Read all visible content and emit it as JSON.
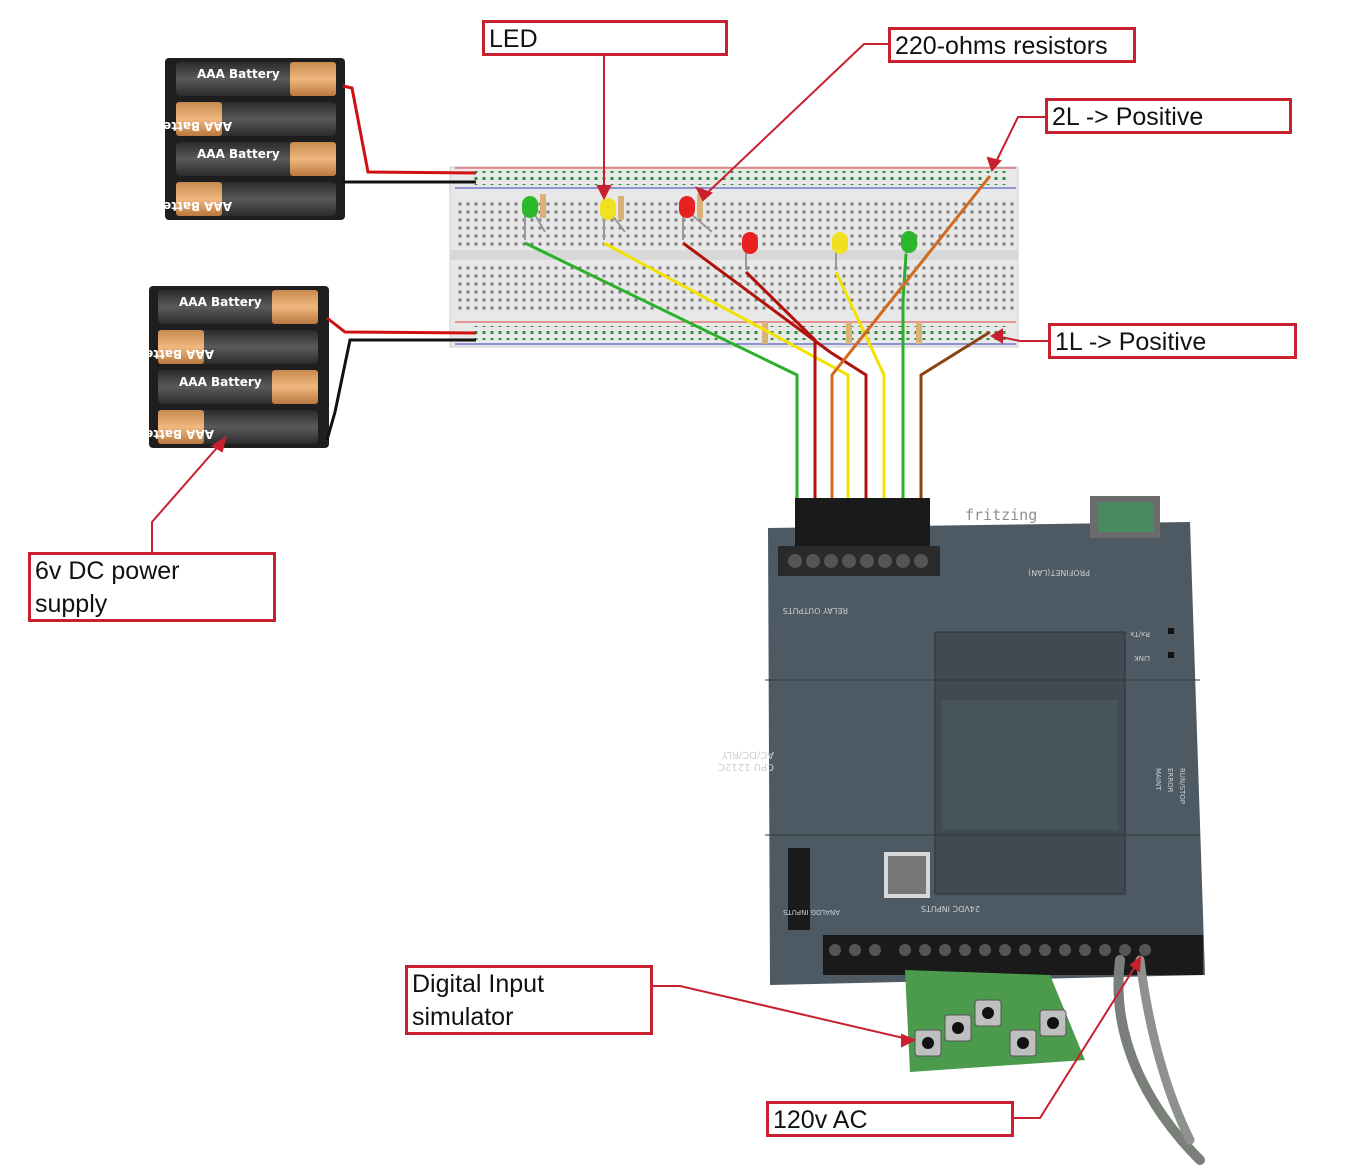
{
  "callouts": {
    "led": "LED",
    "resistors": "220-ohms resistors",
    "two_l": "2L -> Positive",
    "one_l": "1L -> Positive",
    "power_supply": "6v DC power\nsupply",
    "digital_input": "Digital Input\nsimulator",
    "ac": "120v AC"
  },
  "battery_label": "AAA Battery",
  "brand": "fritzing",
  "plc": {
    "model": "CPU 1212C",
    "type": "AC/DC/RLY",
    "relay_outputs": "RELAY OUTPUTS",
    "dc_inputs": "24VDC INPUTS",
    "analog_inputs": "ANALOG INPUTS",
    "profinet": "PROFINET(LAN)",
    "status": [
      "RUN/STOP",
      "ERROR",
      "MAINT"
    ],
    "link_leds": [
      "Rx/Tx",
      "LINK"
    ]
  },
  "colors": {
    "callout_border": "#c8202f",
    "wire_green": "#2bb02b",
    "wire_yellow": "#f2e200",
    "wire_red": "#b0120c",
    "wire_orange": "#d2691e",
    "wire_brown": "#8b4513",
    "plc_body": "#4e5a63"
  }
}
